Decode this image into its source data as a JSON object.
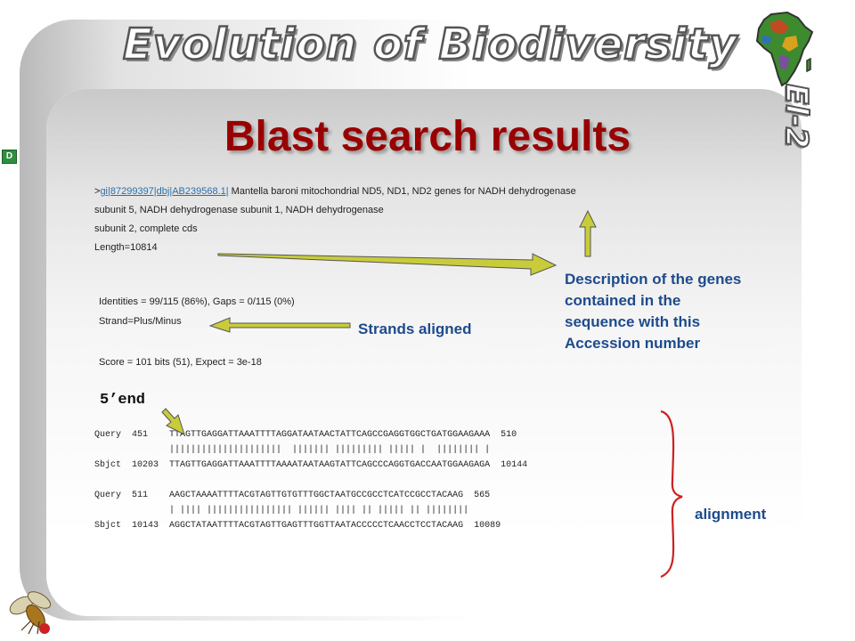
{
  "header": {
    "title": "Evolution of Biodiversity",
    "badge": "El-2",
    "d_icon": "D"
  },
  "slide_title": "Blast search results",
  "description_block": {
    "prefix": ">",
    "accession_link": "gi|87299397|dbj|AB239568.1|",
    "line1_rest": "  Mantella baroni mitochondrial ND5, ND1, ND2 genes for NADH dehydrogenase",
    "line2": "subunit 5, NADH dehydrogenase subunit 1, NADH dehydrogenase",
    "line3": "subunit 2, complete cds",
    "line4": "Length=10814"
  },
  "stats": {
    "identities": "Identities = 99/115 (86%), Gaps = 0/115 (0%)",
    "strand": "Strand=Plus/Minus",
    "score": "Score =  101 bits (51),  Expect = 3e-18"
  },
  "annotations": {
    "description": [
      "Description of the genes",
      "contained in the",
      "sequence with this",
      "Accession number"
    ],
    "strands": "Strands aligned",
    "five_end": "5’end",
    "alignment": "alignment"
  },
  "alignment_lines": [
    "Query  451    TTAGTTGAGGATTAAATTTTAGGATAATAACTATTCAGCCGAGGTGGCTGATGGAAGAAA  510",
    "              |||||||||||||||||||||  ||||||| ||||||||| ||||| |  |||||||| |",
    "Sbjct  10203  TTAGTTGAGGATTAAATTTTAAAATAATAAGTATTCAGCCCAGGTGACCAATGGAAGAGA  10144",
    "",
    "Query  511    AAGCTAAAATTTTACGTAGTTGTGTTTGGCTAATGCCGCCTCATCCGCCTACAAG  565",
    "              | |||| |||||||||||||||| |||||| |||| || ||||| || ||||||||",
    "Sbjct  10143  AGGCTATAATTTTACGTAGTTGAGTTTGGTTAATACCCCCTCAACCTCCTACAAG  10089"
  ],
  "icons": [
    "africa-map-icon",
    "fruit-fly-icon",
    "arrow-icon",
    "brace-icon"
  ],
  "colors": {
    "title_red": "#990000",
    "annotation_blue": "#1e4b8c",
    "arrow_fill": "#c8cc3a",
    "brace_red": "#cc2222",
    "link_blue": "#2d6fa8"
  }
}
